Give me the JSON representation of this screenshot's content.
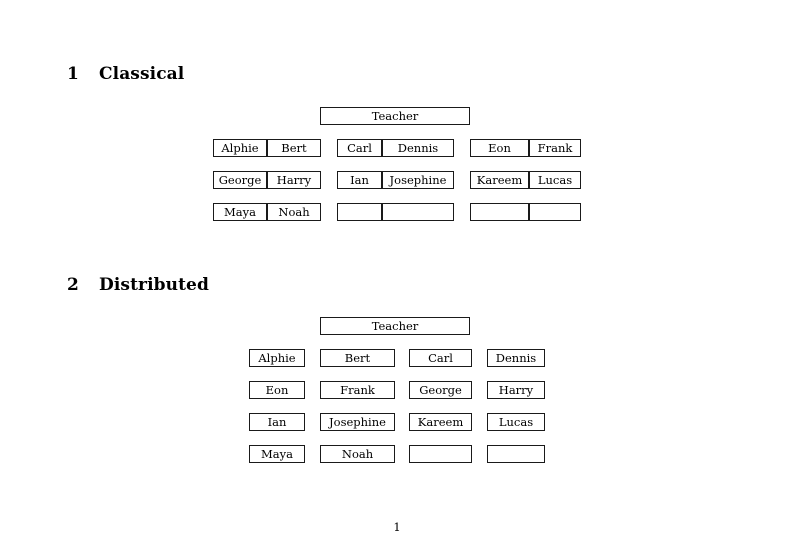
{
  "document": {
    "page_number": "1",
    "sections": [
      {
        "number": "1",
        "title": "Classical",
        "teacher_label": "Teacher",
        "layout": "three-groups-of-two-columns",
        "groups": [
          {
            "group_index": 0,
            "rows": [
              [
                "Alphie",
                "Bert"
              ],
              [
                "George",
                "Harry"
              ],
              [
                "Maya",
                "Noah"
              ]
            ]
          },
          {
            "group_index": 1,
            "rows": [
              [
                "Carl",
                "Dennis"
              ],
              [
                "Ian",
                "Josephine"
              ],
              [
                "",
                ""
              ]
            ]
          },
          {
            "group_index": 2,
            "rows": [
              [
                "Eon",
                "Frank"
              ],
              [
                "Kareem",
                "Lucas"
              ],
              [
                "",
                ""
              ]
            ]
          }
        ]
      },
      {
        "number": "2",
        "title": "Distributed",
        "teacher_label": "Teacher",
        "layout": "four-independent-columns",
        "rows": [
          [
            "Alphie",
            "Bert",
            "Carl",
            "Dennis"
          ],
          [
            "Eon",
            "Frank",
            "George",
            "Harry"
          ],
          [
            "Ian",
            "Josephine",
            "Kareem",
            "Lucas"
          ],
          [
            "Maya",
            "Noah",
            "",
            ""
          ]
        ]
      }
    ]
  },
  "colors": {
    "page_background": "#ffffff",
    "text": "#000000",
    "box_border": "#1a1a1a"
  }
}
